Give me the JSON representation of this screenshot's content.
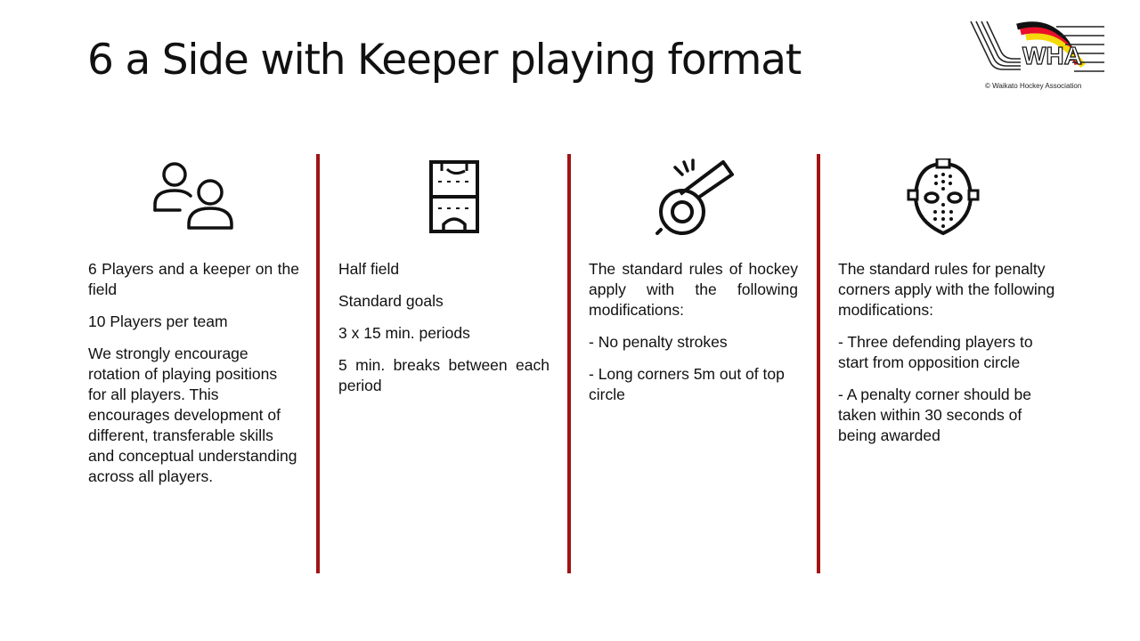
{
  "title": "6 a Side with Keeper playing format",
  "logo": {
    "text": "WHA",
    "caption": "© Waikato Hockey Association",
    "colors": [
      "#111111",
      "#e8102a",
      "#f5d90a"
    ]
  },
  "accent_color": "#a01414",
  "columns": [
    {
      "icon": "players-icon",
      "paragraphs": [
        "6 Players and a keeper on the field",
        "10 Players per team",
        "We strongly encourage rotation of playing positions for all players. This encourages development of different, transferable skills and conceptual understanding across all players."
      ]
    },
    {
      "icon": "half-field-icon",
      "paragraphs": [
        "Half field",
        "Standard goals",
        "3 x 15 min. periods",
        "5 min. breaks between each period"
      ]
    },
    {
      "icon": "whistle-icon",
      "paragraphs": [
        "The standard rules of hockey apply with the following modifications:",
        "- No penalty strokes",
        "- Long corners 5m out of top circle"
      ]
    },
    {
      "icon": "goalkeeper-mask-icon",
      "paragraphs": [
        "The standard rules for penalty corners apply with the following modifications:",
        "- Three defending players to start from opposition circle",
        "- A penalty corner should be taken within 30 seconds of being awarded"
      ]
    }
  ]
}
